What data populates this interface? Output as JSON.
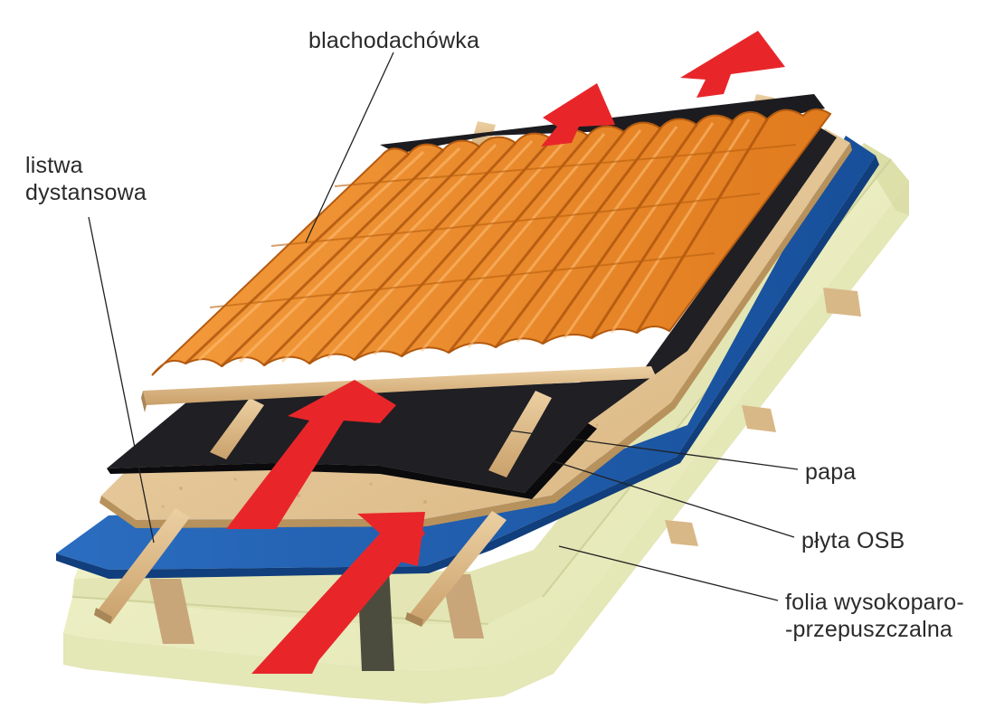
{
  "labels": {
    "roof_sheet": "blachodachówka",
    "batten_line1": "listwa",
    "batten_line2": "dystansowa",
    "felt": "papa",
    "osb": "płyta OSB",
    "membrane_line1": "folia wysokoparo-",
    "membrane_line2": "-przepuszczalna"
  },
  "colors": {
    "roof_orange": "#e9892a",
    "roof_orange_dark": "#b95a12",
    "roof_orange_light": "#f6ab55",
    "felt_black": "#1e1e22",
    "osb_tan": "#e7c89a",
    "membrane_blue": "#1f5fb0",
    "insulation": "#eef0c3",
    "insulation_shade": "#d3d6a2",
    "timber": "#e0bc8a",
    "timber_dark": "#a98656",
    "airflow_red": "#e8262a",
    "leader_line": "#222222"
  },
  "icons": {
    "airflow": "arrow-up-icon"
  }
}
